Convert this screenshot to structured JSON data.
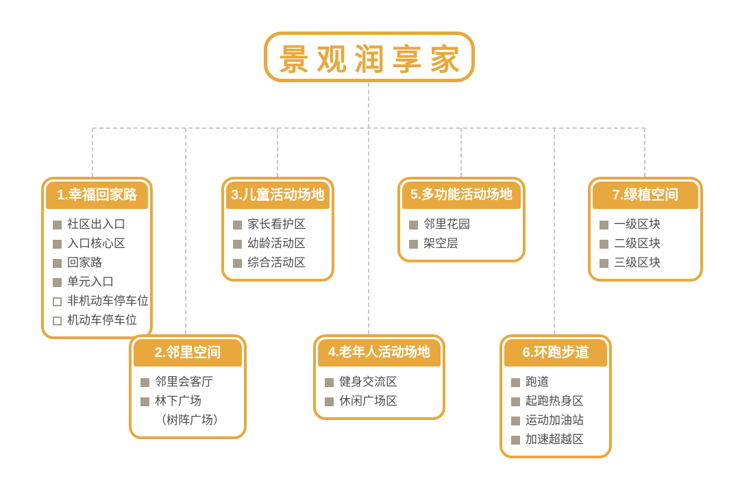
{
  "title": "景观润享家",
  "colors": {
    "gold": "#E8A83E",
    "bullet_fill": "#A69D8D",
    "item_text": "#4B4B4B",
    "connector": "#C8C8C8",
    "header_text": "#FFFFFF"
  },
  "boxes": [
    {
      "header": "1.幸福回家路",
      "items": [
        {
          "text": "社区出入口",
          "bullet": "filled"
        },
        {
          "text": "入口核心区",
          "bullet": "filled"
        },
        {
          "text": "回家路",
          "bullet": "filled"
        },
        {
          "text": "单元入口",
          "bullet": "filled"
        },
        {
          "text": "非机动车停车位",
          "bullet": "hollow"
        },
        {
          "text": "机动车停车位",
          "bullet": "hollow"
        }
      ]
    },
    {
      "header": "2.邻里空间",
      "items": [
        {
          "text": "邻里会客厅",
          "bullet": "filled"
        },
        {
          "text": "林下广场",
          "bullet": "filled"
        },
        {
          "text": "（树阵广场）",
          "bullet": "none"
        }
      ]
    },
    {
      "header": "3.儿童活动场地",
      "items": [
        {
          "text": "家长看护区",
          "bullet": "filled"
        },
        {
          "text": "幼龄活动区",
          "bullet": "filled"
        },
        {
          "text": "综合活动区",
          "bullet": "filled"
        }
      ]
    },
    {
      "header": "4.老年人活动场地",
      "items": [
        {
          "text": "健身交流区",
          "bullet": "filled"
        },
        {
          "text": "休闲广场区",
          "bullet": "filled"
        }
      ]
    },
    {
      "header": "5.多功能活动场地",
      "items": [
        {
          "text": "邻里花园",
          "bullet": "filled"
        },
        {
          "text": "架空层",
          "bullet": "filled"
        }
      ]
    },
    {
      "header": "6.环跑步道",
      "items": [
        {
          "text": "跑道",
          "bullet": "filled"
        },
        {
          "text": "起跑热身区",
          "bullet": "filled"
        },
        {
          "text": "运动加油站",
          "bullet": "filled"
        },
        {
          "text": "加速超越区",
          "bullet": "filled"
        }
      ]
    },
    {
      "header": "7.绿植空间",
      "items": [
        {
          "text": "一级区块",
          "bullet": "filled"
        },
        {
          "text": "二级区块",
          "bullet": "filled"
        },
        {
          "text": "三级区块",
          "bullet": "filled"
        }
      ]
    }
  ]
}
